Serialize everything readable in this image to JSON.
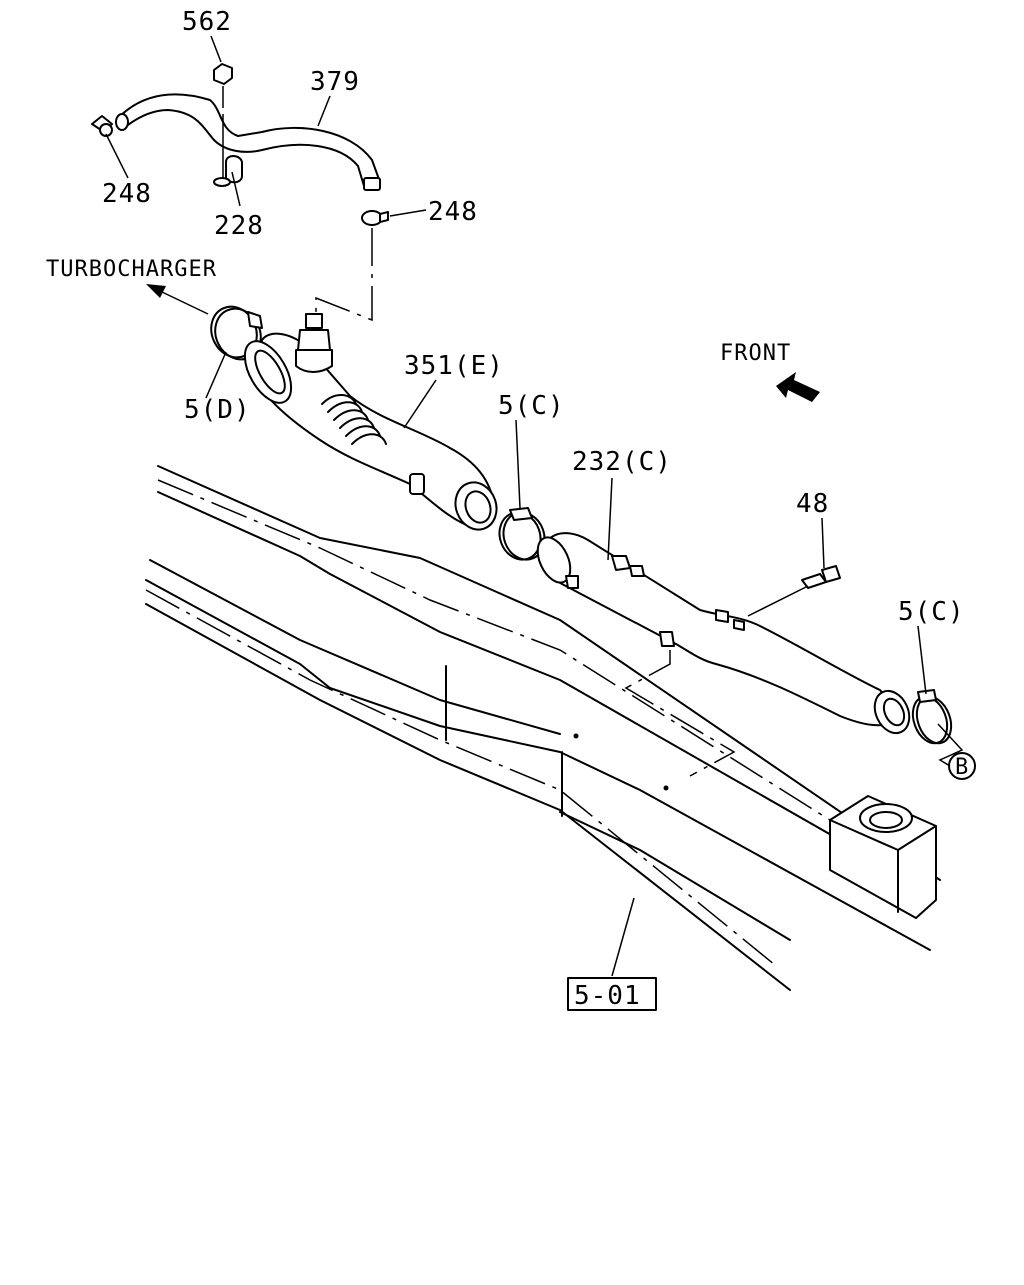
{
  "labels": {
    "part_562": "562",
    "part_379": "379",
    "part_248_left": "248",
    "part_228": "228",
    "part_248_right": "248",
    "turbocharger": "TURBOCHARGER",
    "front": "FRONT",
    "part_351e": "351(E)",
    "part_5d": "5(D)",
    "part_5c_upper": "5(C)",
    "part_232c": "232(C)",
    "part_48": "48",
    "part_5c_right": "5(C)",
    "ref_b": "B",
    "ref_501": "5-01"
  }
}
